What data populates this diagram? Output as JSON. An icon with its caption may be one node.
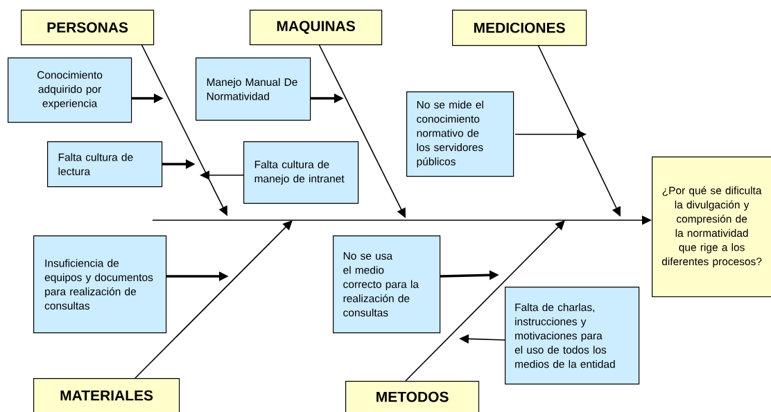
{
  "diagram": {
    "nodes": [
      {
        "text": [
          "PERSONAS"
        ]
      },
      {
        "text": [
          "MAQUINAS"
        ]
      },
      {
        "text": [
          "MEDICIONES"
        ]
      },
      {
        "text": [
          "Conocimiento adquirido por experiencia"
        ]
      },
      {
        "text": [
          "Falta cultura de lectura"
        ]
      },
      {
        "text": [
          "Manejo Manual De Normatividad"
        ]
      },
      {
        "text": [
          "Falta cultura de manejo de intranet"
        ]
      },
      {
        "text": [
          "No se mide el conocimiento normativo de los servidores públicos"
        ]
      },
      {
        "text": [
          "¿Por qué se dificulta la divulgación y compresión de la normatividad que rige a los diferentes procesos?"
        ]
      },
      {
        "text": [
          "Insuficiencia de equipos y documentos para realización de consultas"
        ]
      },
      {
        "text": [
          "No se usa el medio correcto para la realización de consultas"
        ]
      },
      {
        "text": [
          "Falta de charlas, instrucciones y motivaciones para el uso de todos los medios de la entidad"
        ]
      },
      {
        "text": [
          "MATERIALES"
        ]
      },
      {
        "text": [
          "METODOS"
        ]
      }
    ],
    "edges": [
      {
        "from": null,
        "to": 8,
        "arrow": "to"
      },
      {
        "from": 0,
        "to": null,
        "arrow": "to"
      },
      {
        "from": 1,
        "to": null,
        "arrow": "to"
      },
      {
        "from": 2,
        "to": null,
        "arrow": "to"
      },
      {
        "from": 12,
        "to": null,
        "arrow": "to"
      },
      {
        "from": 13,
        "to": null,
        "arrow": "to"
      },
      {
        "from": 3,
        "to": null,
        "arrow": "to",
        "style": "thick"
      },
      {
        "from": 4,
        "to": null,
        "arrow": "to",
        "style": "thick"
      },
      {
        "from": 5,
        "to": null,
        "arrow": "to",
        "style": "thick"
      },
      {
        "from": 6,
        "to": null,
        "arrow": "to"
      },
      {
        "from": 7,
        "to": null,
        "arrow": "to"
      },
      {
        "from": 9,
        "to": null,
        "arrow": "to",
        "style": "thick"
      },
      {
        "from": 10,
        "to": null,
        "arrow": "to",
        "style": "thick"
      },
      {
        "from": 11,
        "to": null,
        "arrow": "to"
      }
    ]
  }
}
